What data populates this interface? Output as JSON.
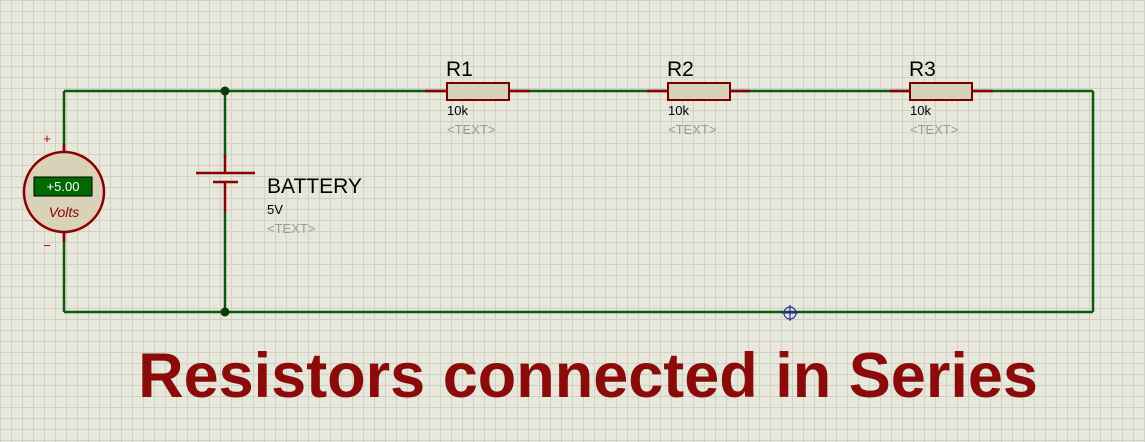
{
  "colors": {
    "wire": "#0b5a0b",
    "resistor_body": "#d8d2b8",
    "resistor_border": "#7a0000",
    "caption": "#8b0a0a",
    "display_bg": "#006a00"
  },
  "voltmeter": {
    "reading": "+5.00",
    "unit": "Volts",
    "plus": "+",
    "minus": "−"
  },
  "battery": {
    "name": "BATTERY",
    "value": "5V",
    "text": "<TEXT>"
  },
  "resistors": [
    {
      "name": "R1",
      "value": "10k",
      "text": "<TEXT>"
    },
    {
      "name": "R2",
      "value": "10k",
      "text": "<TEXT>"
    },
    {
      "name": "R3",
      "value": "10k",
      "text": "<TEXT>"
    }
  ],
  "caption": "Resistors connected in Series"
}
